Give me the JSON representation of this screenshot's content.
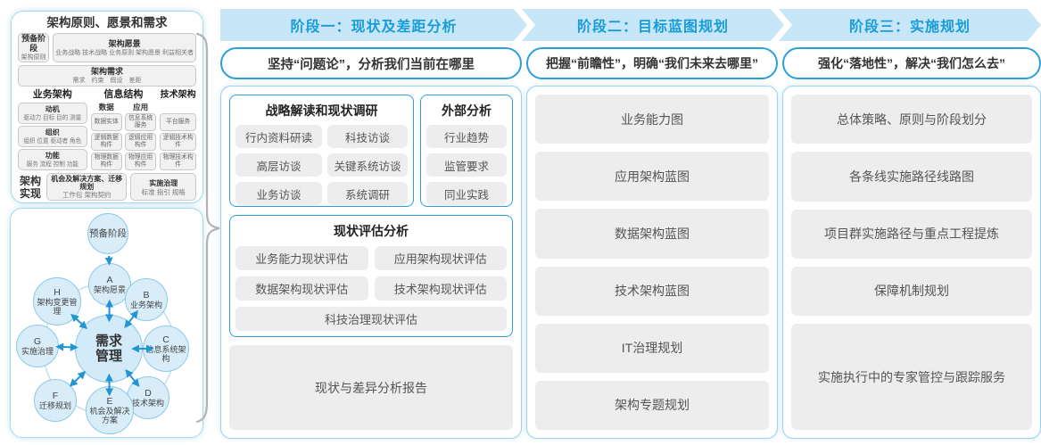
{
  "left_panel": {
    "title": "架构原则、愿景和需求",
    "prep_stage": {
      "title": "预备阶段",
      "sub": "架构原则"
    },
    "vision": {
      "title": "架构愿景",
      "sub": "业务战略 技术战略 业务原则 架构愿景 利益相关者"
    },
    "requirements": {
      "title": "架构需求",
      "sub": "需求　约束　假设　差距"
    },
    "business_arch": {
      "title": "业务架构",
      "motivation": {
        "title": "动机",
        "sub": "驱动力 目标 目的 测量"
      },
      "organization": {
        "title": "组织",
        "sub": "组织 位置 驱动者 角色"
      },
      "function": {
        "title": "功能",
        "sub": "服务 流程 控制 功能"
      }
    },
    "info_arch": {
      "title": "信息结构",
      "data_col": {
        "title": "数据",
        "items": [
          "数据实体",
          "逻辑数据构件",
          "物理数据构件"
        ]
      },
      "app_col": {
        "title": "应用",
        "items": [
          "信息系统服务",
          "逻辑应用构件",
          "物理应用构件"
        ]
      }
    },
    "tech_arch": {
      "title": "技术架构",
      "items": [
        "平台服务",
        "逻辑技术构件",
        "物理技术构件"
      ]
    },
    "realization": {
      "title": "架构实现",
      "opportunity": {
        "title": "机会及解决方案、迁移规划",
        "sub": "工作包 架构契约"
      },
      "governance": {
        "title": "实施治理",
        "sub": "标准 指引 规格"
      }
    }
  },
  "adm_cycle": {
    "prep": "预备阶段",
    "center": "需求管理",
    "nodes": [
      {
        "letter": "A",
        "label": "架构愿景"
      },
      {
        "letter": "B",
        "label": "业务架构"
      },
      {
        "letter": "C",
        "label": "信息系统架构"
      },
      {
        "letter": "D",
        "label": "技术架构"
      },
      {
        "letter": "E",
        "label": "机会及解决方案"
      },
      {
        "letter": "F",
        "label": "迁移规划"
      },
      {
        "letter": "G",
        "label": "实施治理"
      },
      {
        "letter": "H",
        "label": "架构变更管理"
      }
    ]
  },
  "phases": [
    {
      "header": "阶段一：现状及差距分析",
      "subtitle": "坚持“问题论”，分析我们当前在哪里",
      "strategy_box": {
        "title": "战略解读和现状调研",
        "items": [
          "行内资料研读",
          "科技访谈",
          "高层访谈",
          "关键系统访谈",
          "业务访谈",
          "系统调研"
        ]
      },
      "external_box": {
        "title": "外部分析",
        "items": [
          "行业趋势",
          "监管要求",
          "同业实践"
        ]
      },
      "assessment_box": {
        "title": "现状评估分析",
        "items": [
          "业务能力现状评估",
          "应用架构现状评估",
          "数据架构现状评估",
          "技术架构现状评估",
          "科技治理现状评估"
        ]
      },
      "report": "现状与差异分析报告"
    },
    {
      "header": "阶段二：目标蓝图规划",
      "subtitle": "把握“前瞻性”，明确“我们未来去哪里”",
      "items": [
        "业务能力图",
        "应用架构蓝图",
        "数据架构蓝图",
        "技术架构蓝图",
        "IT治理规划",
        "架构专题规划"
      ]
    },
    {
      "header": "阶段三：实施规划",
      "subtitle": "强化“落地性”，解决“我们怎么去”",
      "items": [
        "总体策略、原则与阶段划分",
        "各条线实施路径线路图",
        "项目群实施路径与重点工程提炼",
        "保障机制规划",
        "实施执行中的专家管控与跟踪服务"
      ]
    }
  ],
  "colors": {
    "accent_blue": "#1a9cd8",
    "band_blue": "#c7e7f8",
    "chip_gray": "#ededed",
    "arrow_blue": "#2196d3"
  }
}
